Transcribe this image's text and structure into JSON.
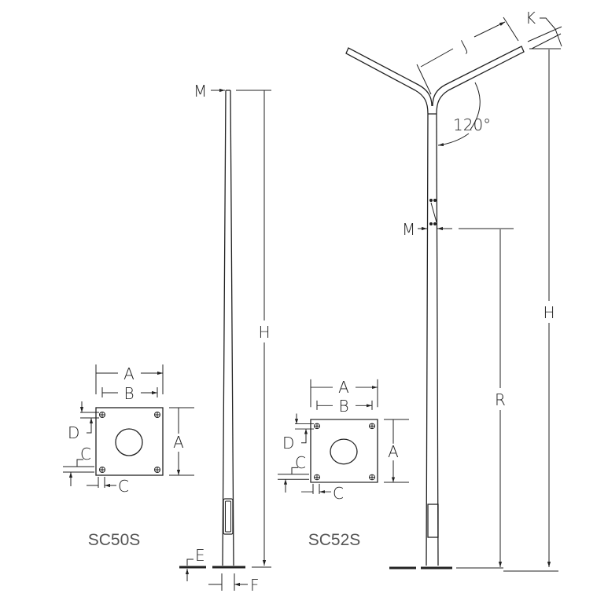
{
  "models": {
    "left": "SC50S",
    "right": "SC52S"
  },
  "dimensions": {
    "A": "A",
    "B": "B",
    "C": "C",
    "D": "D",
    "E": "E",
    "F": "F",
    "H": "H",
    "J": "J",
    "K": "K",
    "M": "M",
    "R": "R",
    "angle": "120°"
  },
  "colors": {
    "line": "#222222",
    "caption": "#555555"
  }
}
